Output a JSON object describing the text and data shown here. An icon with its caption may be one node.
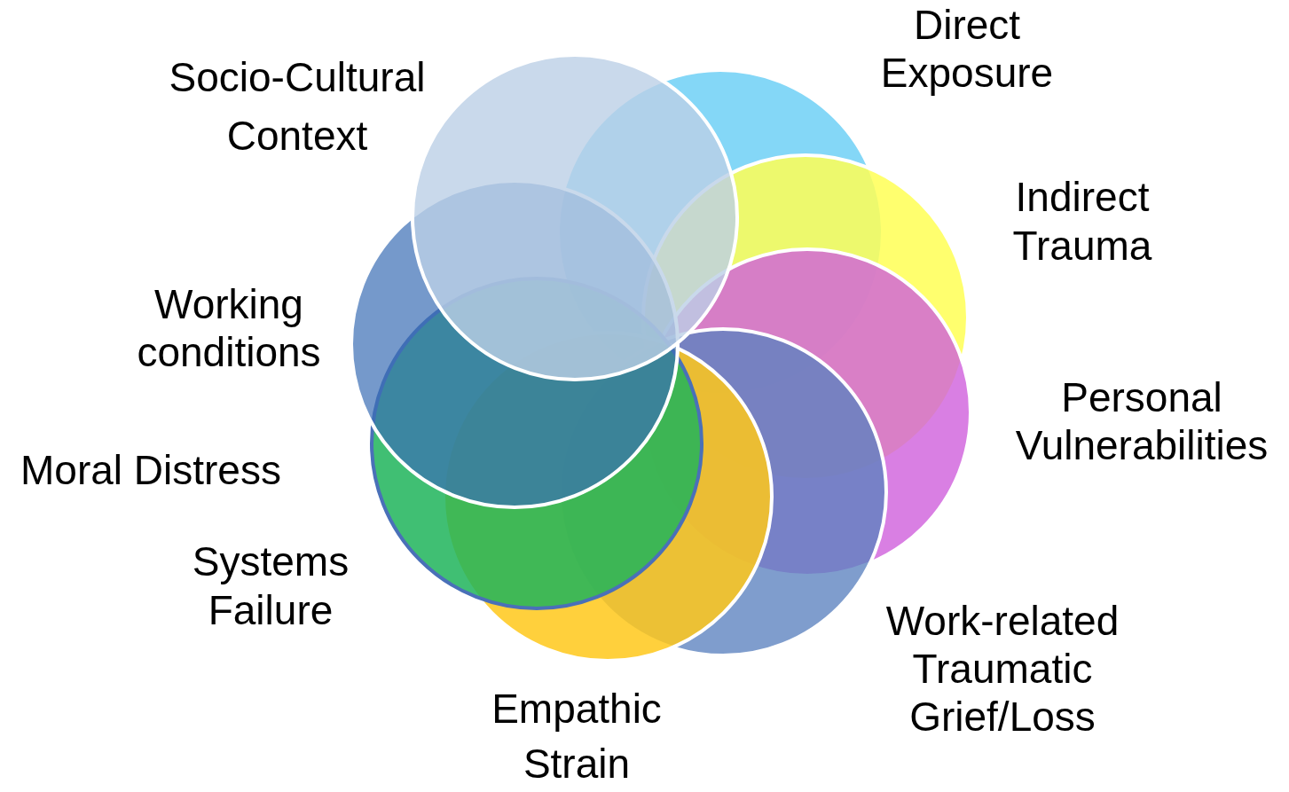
{
  "diagram": {
    "nodes": [
      {
        "text": [
          "Socio-Cultural Context"
        ]
      },
      {
        "text": [
          "Direct Exposure"
        ]
      },
      {
        "text": [
          "Indirect Trauma"
        ]
      },
      {
        "text": [
          "Personal Vulnerabilities"
        ]
      },
      {
        "text": [
          "Work-related Traumatic Grief/Loss"
        ]
      },
      {
        "text": [
          "Empathic Strain"
        ]
      },
      {
        "text": [
          "Systems Failure"
        ]
      },
      {
        "text": [
          "Working conditions"
        ]
      }
    ],
    "labels": [
      "Moral Distress"
    ]
  }
}
